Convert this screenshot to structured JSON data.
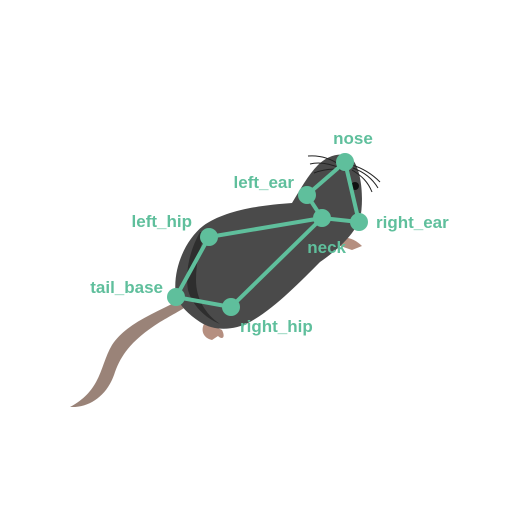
{
  "accent_color": "#5fbf9c",
  "mouse": {
    "body_color": "#4a4a4a",
    "shadow_color": "#2e2e2e",
    "tail_color": "#9a8378",
    "paw_color": "#b58f80"
  },
  "keypoints": [
    {
      "name": "nose",
      "label": "nose"
    },
    {
      "name": "left_ear",
      "label": "left_ear"
    },
    {
      "name": "right_ear",
      "label": "right_ear"
    },
    {
      "name": "neck",
      "label": "neck"
    },
    {
      "name": "left_hip",
      "label": "left_hip"
    },
    {
      "name": "right_hip",
      "label": "right_hip"
    },
    {
      "name": "tail_base",
      "label": "tail_base"
    }
  ],
  "edges": [
    [
      "nose",
      "left_ear"
    ],
    [
      "nose",
      "right_ear"
    ],
    [
      "left_ear",
      "neck"
    ],
    [
      "right_ear",
      "neck"
    ],
    [
      "neck",
      "left_hip"
    ],
    [
      "neck",
      "right_hip"
    ],
    [
      "left_hip",
      "tail_base"
    ],
    [
      "right_hip",
      "tail_base"
    ]
  ]
}
